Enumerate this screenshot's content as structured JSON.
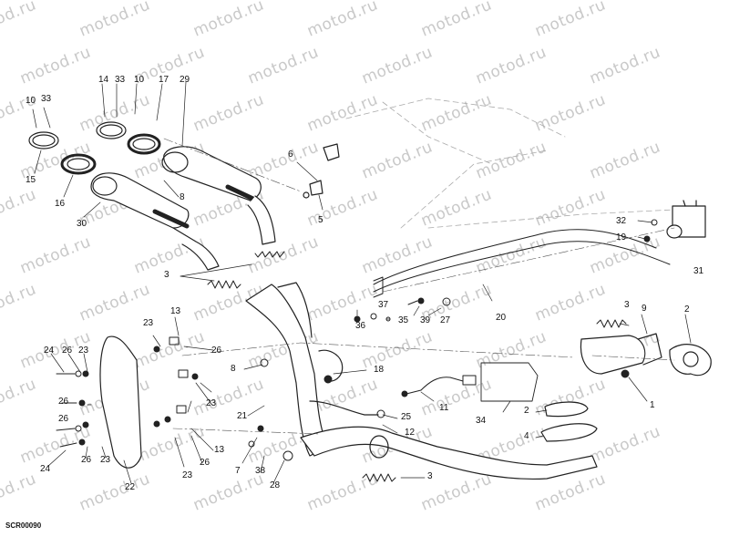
{
  "watermark": "motod.ru",
  "diagram_code": "SCR00090",
  "callouts": {
    "c10a": "10",
    "c33a": "33",
    "c14": "14",
    "c33b": "33",
    "c10b": "10",
    "c17": "17",
    "c29": "29",
    "c15": "15",
    "c16": "16",
    "c30": "30",
    "c8a": "8",
    "c6": "6",
    "c5": "5",
    "c32": "32",
    "c19": "19",
    "c31": "31",
    "c3a": "3",
    "c37": "37",
    "c36": "36",
    "c35": "35",
    "c39": "39",
    "c27": "27",
    "c20": "20",
    "c3b": "3",
    "c9": "9",
    "c2a": "2",
    "c13a": "13",
    "c23a": "23",
    "c24a": "24",
    "c26a": "26",
    "c23b": "23",
    "c26b": "26",
    "c8b": "8",
    "c18": "18",
    "c23c": "23",
    "c26c": "26",
    "c11": "11",
    "c34": "34",
    "c1": "1",
    "c2b": "2",
    "c4": "4",
    "c21": "21",
    "c25": "25",
    "c12": "12",
    "c26d": "26",
    "c24b": "24",
    "c26e": "26",
    "c23d": "23",
    "c13b": "13",
    "c23e": "23",
    "c26f": "26",
    "c22": "22",
    "c7": "7",
    "c38": "38",
    "c28": "28",
    "c3c": "3"
  }
}
